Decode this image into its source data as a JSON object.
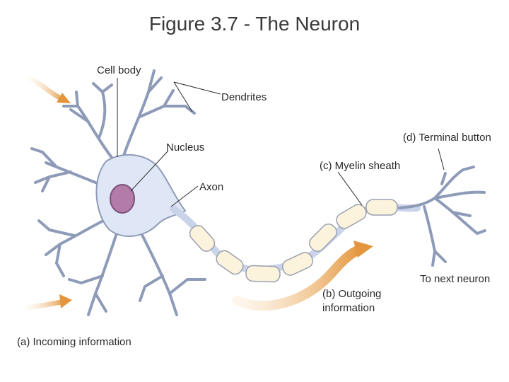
{
  "title": "Figure 3.7 - The Neuron",
  "labels": {
    "cell_body": "Cell body",
    "dendrites": "Dendrites",
    "nucleus": "Nucleus",
    "axon": "Axon",
    "terminal_button": "(d) Terminal button",
    "myelin_sheath": "(c) Myelin sheath",
    "to_next_neuron": "To next neuron",
    "outgoing_line1": "(b) Outgoing",
    "outgoing_line2": "information",
    "incoming": "(a) Incoming information"
  },
  "colors": {
    "neuron_fill": "#dfe6f6",
    "neuron_stroke": "#8e9bb8",
    "nucleus_fill": "#b27ba8",
    "myelin_fill": "#fbf3dc",
    "arrow_orange": "#e3963d"
  }
}
